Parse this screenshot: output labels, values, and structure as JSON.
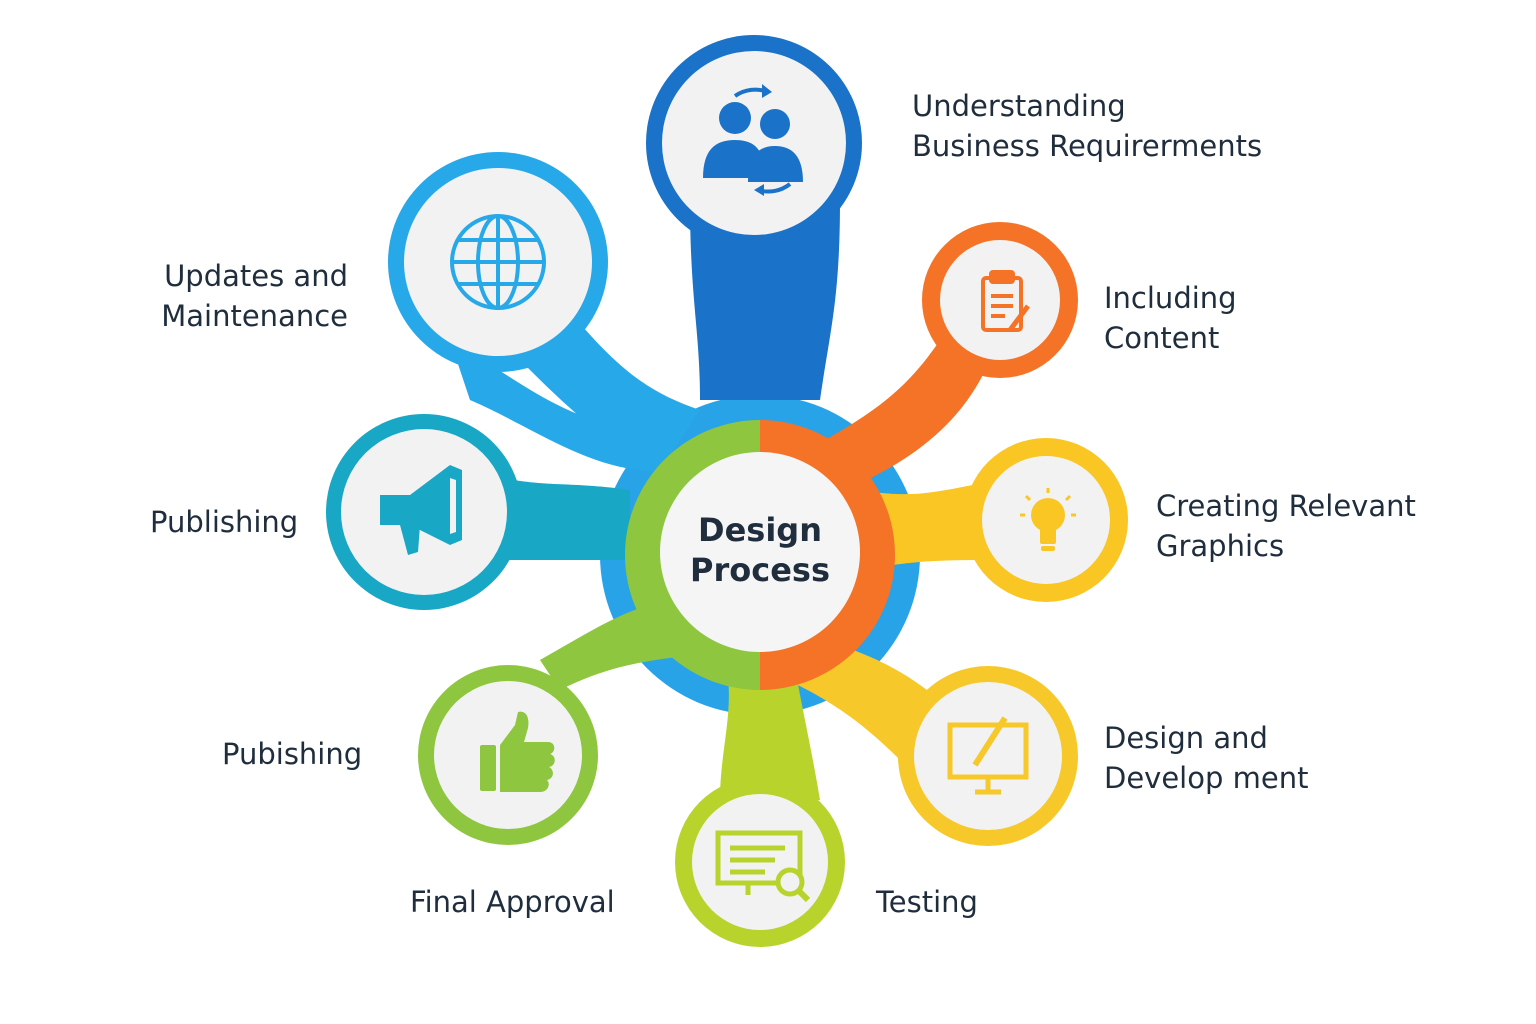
{
  "center": {
    "line1": "Design",
    "line2": "Process"
  },
  "nodes": [
    {
      "id": "requirements",
      "line1": "Understanding",
      "line2": "Business Requirerments",
      "color": "#1a73c8",
      "icon": "users-sync-icon"
    },
    {
      "id": "content",
      "line1": "Including",
      "line2": "Content",
      "color": "#f47327",
      "icon": "clipboard-pen-icon"
    },
    {
      "id": "graphics",
      "line1": "Creating Relevant",
      "line2": "Graphics",
      "color": "#f9c623",
      "icon": "lightbulb-icon"
    },
    {
      "id": "development",
      "line1": "Design and",
      "line2": "Develop ment",
      "color": "#f7c82a",
      "icon": "monitor-pen-icon"
    },
    {
      "id": "testing",
      "line1": "Testing",
      "line2": "",
      "color": "#b8d42c",
      "icon": "document-search-icon"
    },
    {
      "id": "approval",
      "line1": "Final Approval",
      "line2": "",
      "color": "#8ec63f",
      "icon": "thumbs-up-icon"
    },
    {
      "id": "pubishing",
      "line1": "Pubishing",
      "line2": "",
      "color": "#8ec63f",
      "icon": "thumbs-up-icon"
    },
    {
      "id": "publishing",
      "line1": "Publishing",
      "line2": "",
      "color": "#18a7c4",
      "icon": "megaphone-icon"
    },
    {
      "id": "updates",
      "line1": "Updates and",
      "line2": "Maintenance",
      "color": "#27a8e8",
      "icon": "globe-icon"
    }
  ]
}
